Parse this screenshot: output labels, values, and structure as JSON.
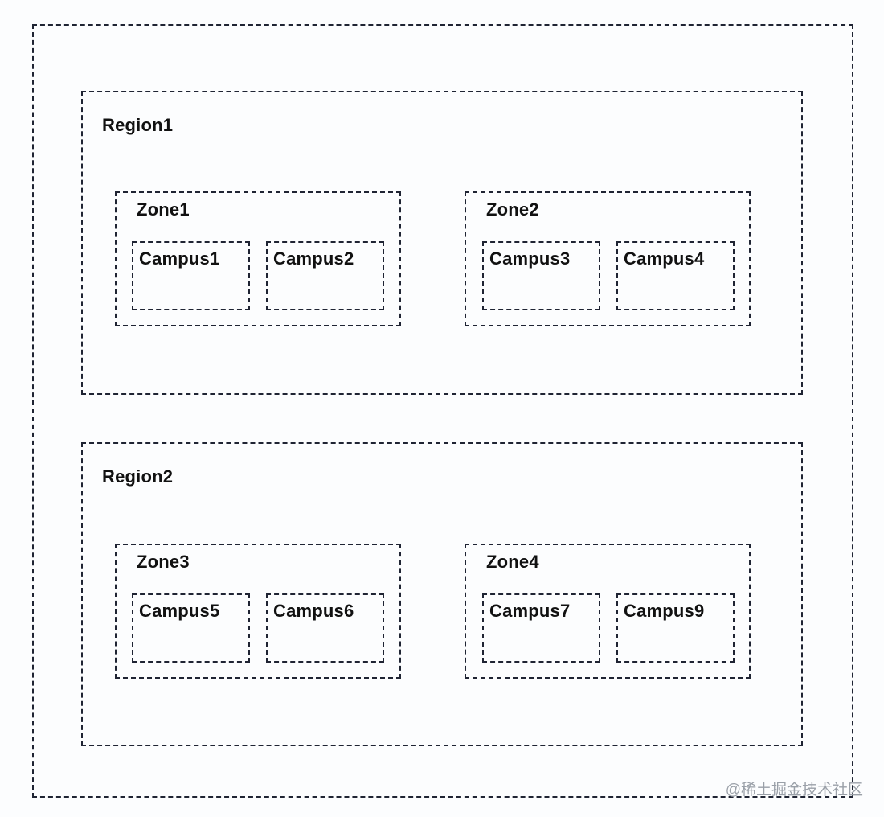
{
  "diagram": {
    "regions": [
      {
        "label": "Region1",
        "zones": [
          {
            "label": "Zone1",
            "campuses": [
              "Campus1",
              "Campus2"
            ]
          },
          {
            "label": "Zone2",
            "campuses": [
              "Campus3",
              "Campus4"
            ]
          }
        ]
      },
      {
        "label": "Region2",
        "zones": [
          {
            "label": "Zone3",
            "campuses": [
              "Campus5",
              "Campus6"
            ]
          },
          {
            "label": "Zone4",
            "campuses": [
              "Campus7",
              "Campus9"
            ]
          }
        ]
      }
    ],
    "border_color": "#1f2433",
    "background_color": "#fcfdfe"
  },
  "watermark": "@稀土掘金技术社区"
}
